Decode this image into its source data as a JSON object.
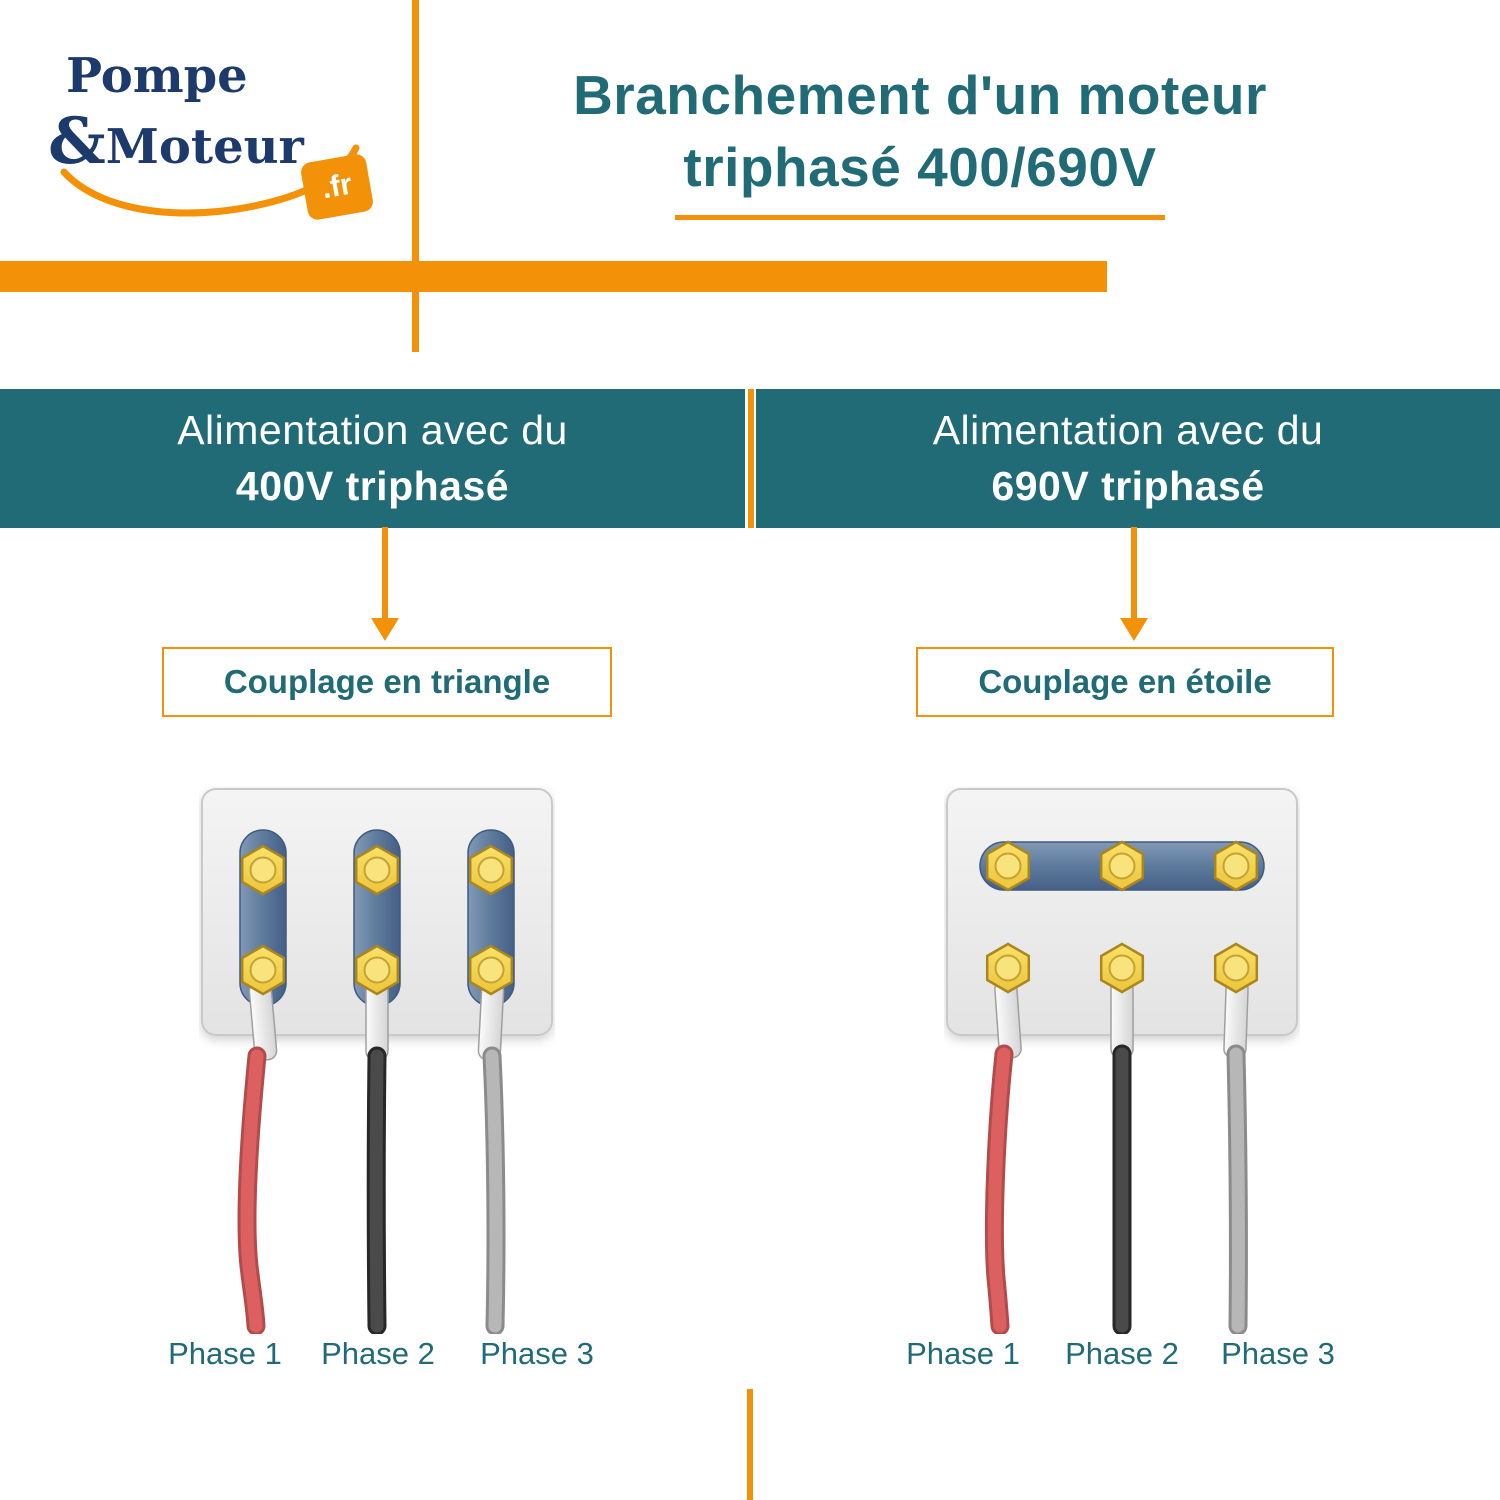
{
  "logo": {
    "word1": "Pompe",
    "ampersand": "&",
    "word2": "Moteur",
    "tld": ".fr"
  },
  "title": {
    "line1": "Branchement d'un moteur",
    "line2": "triphasé 400/690V"
  },
  "left_column": {
    "supply_line1": "Alimentation avec du",
    "supply_line2": "400V triphasé",
    "coupling": "Couplage en triangle",
    "phase1": "Phase 1",
    "phase2": "Phase 2",
    "phase3": "Phase 3"
  },
  "right_column": {
    "supply_line1": "Alimentation avec du",
    "supply_line2": "690V triphasé",
    "coupling": "Couplage en étoile",
    "phase1": "Phase 1",
    "phase2": "Phase 2",
    "phase3": "Phase 3"
  },
  "colors": {
    "teal": "#206b76",
    "orange": "#f39208",
    "navy": "#1c3a6b",
    "wire_red": "#dd6060",
    "wire_dark": "#4a4a4a",
    "wire_gray": "#b7b7b7",
    "terminal_yellow": "#f5d443",
    "bar_blue": "#5d7b9c"
  }
}
